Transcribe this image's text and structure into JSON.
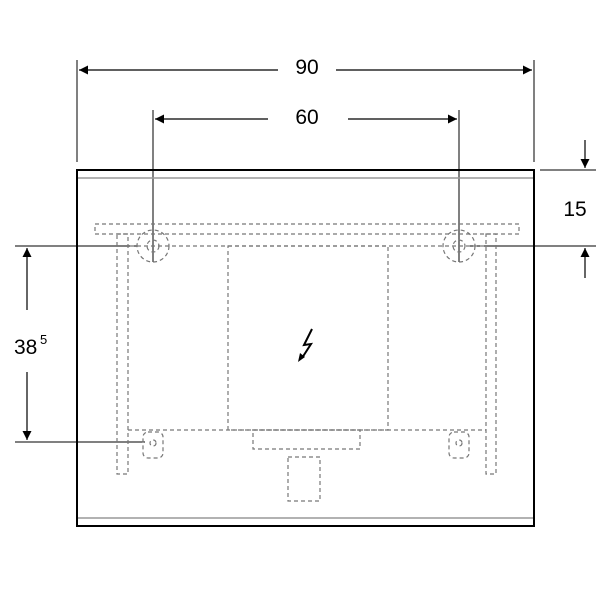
{
  "dimensions": {
    "overall_width": "90",
    "hole_spacing": "60",
    "top_offset": "15",
    "vertical_main": "38",
    "vertical_sup": "5"
  },
  "icons": [
    "electrical-connection-icon"
  ]
}
